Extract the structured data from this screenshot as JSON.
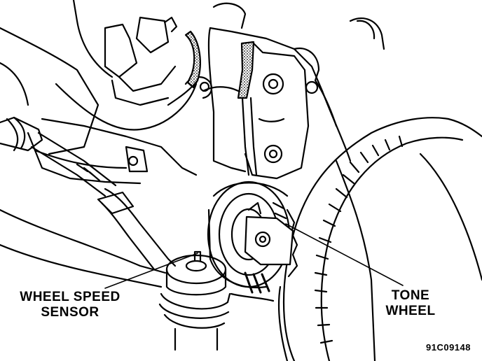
{
  "callouts": {
    "wheel_speed_sensor": {
      "line1": "WHEEL SPEED",
      "line2": "SENSOR"
    },
    "tone_wheel": {
      "line1": "TONE",
      "line2": "WHEEL"
    }
  },
  "figure_code": "91C09148",
  "colors": {
    "ink": "#000000",
    "paper": "#ffffff"
  }
}
